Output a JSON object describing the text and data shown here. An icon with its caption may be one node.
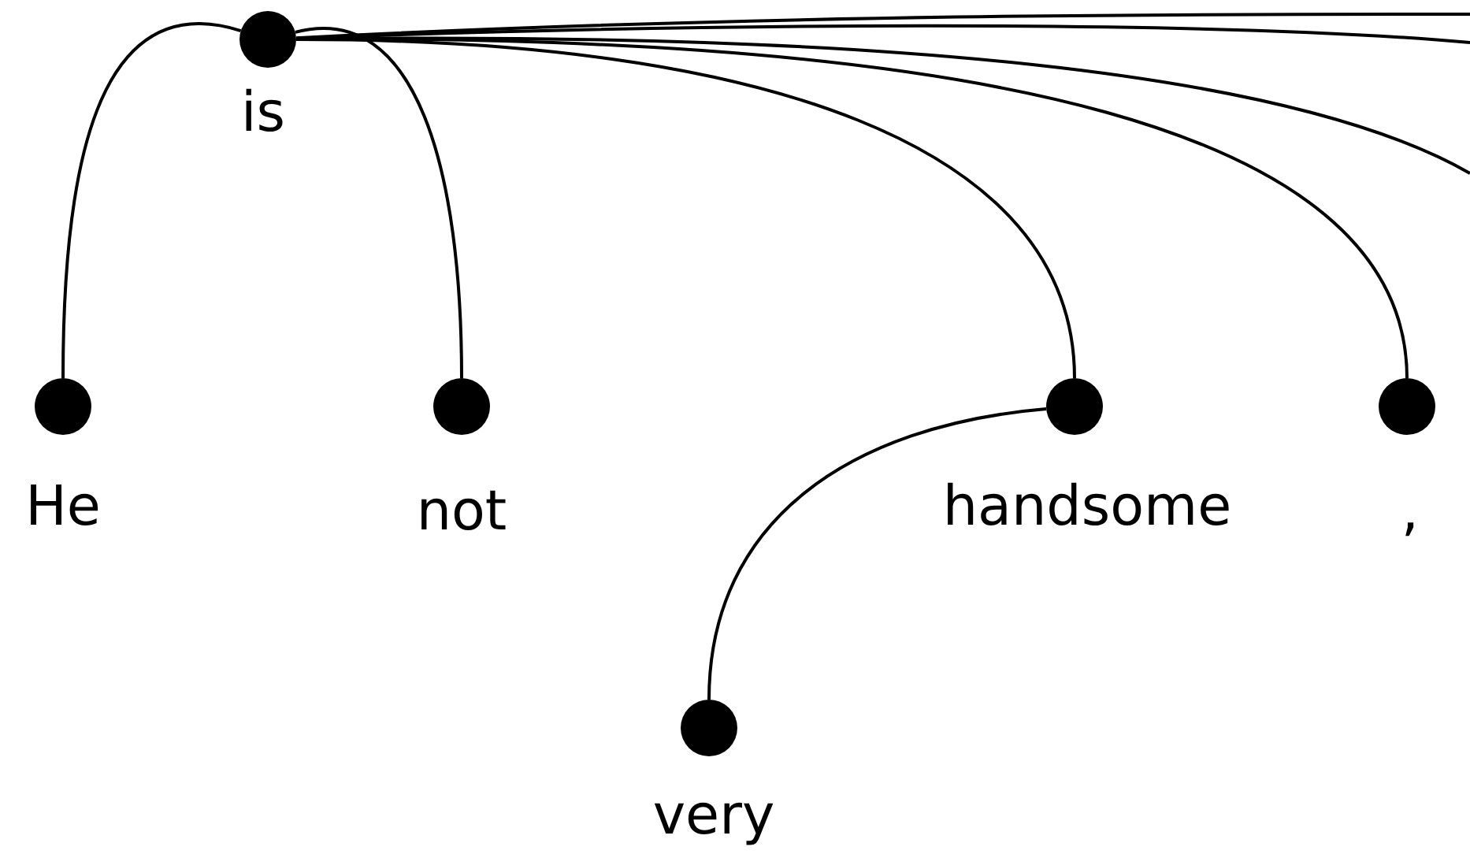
{
  "diagram": {
    "nodes": [
      {
        "text": [
          "is"
        ]
      },
      {
        "text": [
          "He"
        ]
      },
      {
        "text": [
          "not"
        ]
      },
      {
        "text": [
          "handsome"
        ]
      },
      {
        "text": [
          ","
        ]
      },
      {
        "text": [
          "very"
        ]
      }
    ],
    "edges": [
      {
        "from": 0,
        "to": 1,
        "arrow": "none"
      },
      {
        "from": 0,
        "to": 2,
        "arrow": "none"
      },
      {
        "from": 0,
        "to": 3,
        "arrow": "none"
      },
      {
        "from": 0,
        "to": 4,
        "arrow": "none"
      },
      {
        "from": 0,
        "to": null,
        "arrow": "none"
      },
      {
        "from": 0,
        "to": null,
        "arrow": "none"
      },
      {
        "from": 0,
        "to": null,
        "arrow": "none"
      },
      {
        "from": 3,
        "to": 5,
        "arrow": "none"
      }
    ]
  }
}
